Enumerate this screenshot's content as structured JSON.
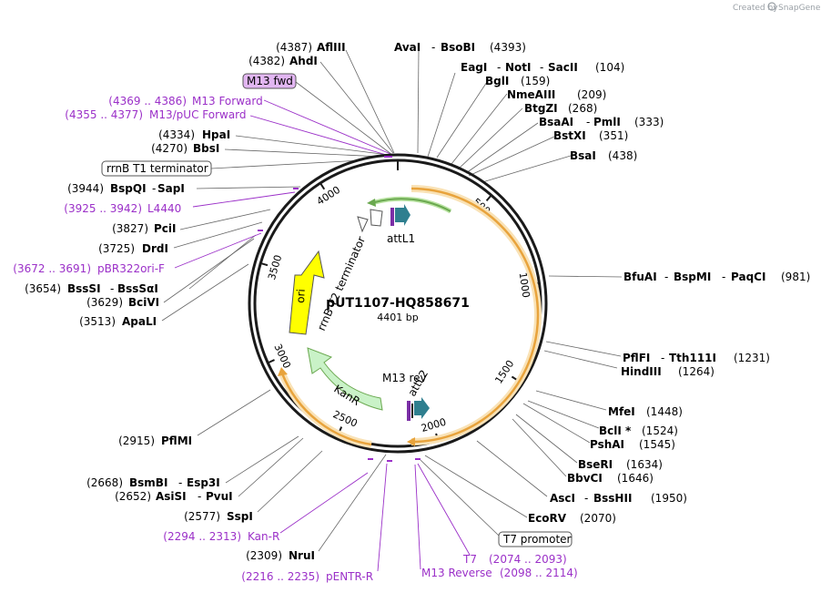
{
  "credit": {
    "created_by": "Created by",
    "brand": "SnapGene"
  },
  "plasmid": {
    "name": "pUT1107-HQ858671",
    "size": "4401 bp"
  },
  "ticks": [
    "500",
    "1000",
    "1500",
    "2000",
    "2500",
    "3000",
    "3500",
    "4000"
  ],
  "features": {
    "ori": "ori",
    "rrnb_t2": "rrnB T2 terminator",
    "attl1": "attL1",
    "m13rev": "M13 rev",
    "attl2": "attL2",
    "kanr": "KanR"
  },
  "colors": {
    "ring": "#1a1a1a",
    "orange": "#e8a33c",
    "orange_fill": "#f9e2b6",
    "green": "#6aa84f",
    "kanr": "#c9f2c7",
    "ori": "#ffff00",
    "teal": "#2f7f8f",
    "purple": "#7b2fa6",
    "primer": "#9b30c8",
    "gray": "#808080"
  },
  "labels": {
    "afliii": {
      "pos": "(4387)",
      "name": "AflIII"
    },
    "ahdi": {
      "pos": "(4382)",
      "name": "AhdI"
    },
    "m13fwd": {
      "name": "M13 fwd"
    },
    "m13forward": {
      "pos": "(4369 .. 4386)",
      "name": "M13 Forward"
    },
    "m13puc": {
      "pos": "(4355 .. 4377)",
      "name": "M13/pUC Forward"
    },
    "hpai": {
      "pos": "(4334)",
      "name": "HpaI"
    },
    "bbsi": {
      "pos": "(4270)",
      "name": "BbsI"
    },
    "rrnbt1": {
      "name": "rrnB T1 terminator"
    },
    "bspqi": {
      "pos": "(3944)",
      "name": "BspQI",
      "alt": "SapI"
    },
    "l4440": {
      "pos": "(3925 .. 3942)",
      "name": "L4440"
    },
    "pcii": {
      "pos": "(3827)",
      "name": "PciI"
    },
    "drdi": {
      "pos": "(3725)",
      "name": "DrdI"
    },
    "pbr322": {
      "pos": "(3672 .. 3691)",
      "name": "pBR322ori-F"
    },
    "bsssi": {
      "pos": "(3654)",
      "name": "BssSI",
      "alt": "BssSαI"
    },
    "bcivi": {
      "pos": "(3629)",
      "name": "BciVI"
    },
    "apali": {
      "pos": "(3513)",
      "name": "ApaLI"
    },
    "pflmi": {
      "pos": "(2915)",
      "name": "PflMI"
    },
    "bsmbi": {
      "pos": "(2668)",
      "name": "BsmBI",
      "alt": "Esp3I"
    },
    "asisi": {
      "pos": "(2652)",
      "name": "AsiSI",
      "alt": "PvuI"
    },
    "sspi": {
      "pos": "(2577)",
      "name": "SspI"
    },
    "kanr_primer": {
      "pos": "(2294 .. 2313)",
      "name": "Kan-R"
    },
    "nrui": {
      "pos": "(2309)",
      "name": "NruI"
    },
    "pentr": {
      "pos": "(2216 .. 2235)",
      "name": "pENTR-R"
    },
    "avai": {
      "name": "AvaI",
      "alt": "BsoBI",
      "pos": "(4393)"
    },
    "eagi": {
      "name": "EagI",
      "alt": "NotI",
      "alt2": "SacII",
      "pos": "(104)"
    },
    "bglI": {
      "name": "BglI",
      "pos": "(159)"
    },
    "nmeaiii": {
      "name": "NmeAIII",
      "pos": "(209)"
    },
    "btgzi": {
      "name": "BtgZI",
      "pos": "(268)"
    },
    "bsaai": {
      "name": "BsaAI",
      "alt": "PmlI",
      "pos": "(333)"
    },
    "bstxi": {
      "name": "BstXI",
      "pos": "(351)"
    },
    "bsai": {
      "name": "BsaI",
      "pos": "(438)"
    },
    "bfuai": {
      "name": "BfuAI",
      "alt": "BspMI",
      "alt2": "PaqCI",
      "pos": "(981)"
    },
    "pflfi": {
      "name": "PflFI",
      "alt": "Tth111I",
      "pos": "(1231)"
    },
    "hindiii": {
      "name": "HindIII",
      "pos": "(1264)"
    },
    "mfei": {
      "name": "MfeI",
      "pos": "(1448)"
    },
    "bcli": {
      "name": "BclI *",
      "pos": "(1524)"
    },
    "pshai": {
      "name": "PshAI",
      "pos": "(1545)"
    },
    "bseri": {
      "name": "BseRI",
      "pos": "(1634)"
    },
    "bbvci": {
      "name": "BbvCI",
      "pos": "(1646)"
    },
    "asci": {
      "name": "AscI",
      "alt": "BssHII",
      "pos": "(1950)"
    },
    "ecorv": {
      "name": "EcoRV",
      "pos": "(2070)"
    },
    "t7promoter": {
      "name": "T7 promoter"
    },
    "t7": {
      "name": "T7",
      "pos": "(2074 .. 2093)"
    },
    "m13reverse": {
      "name": "M13 Reverse",
      "pos": "(2098 .. 2114)"
    }
  }
}
